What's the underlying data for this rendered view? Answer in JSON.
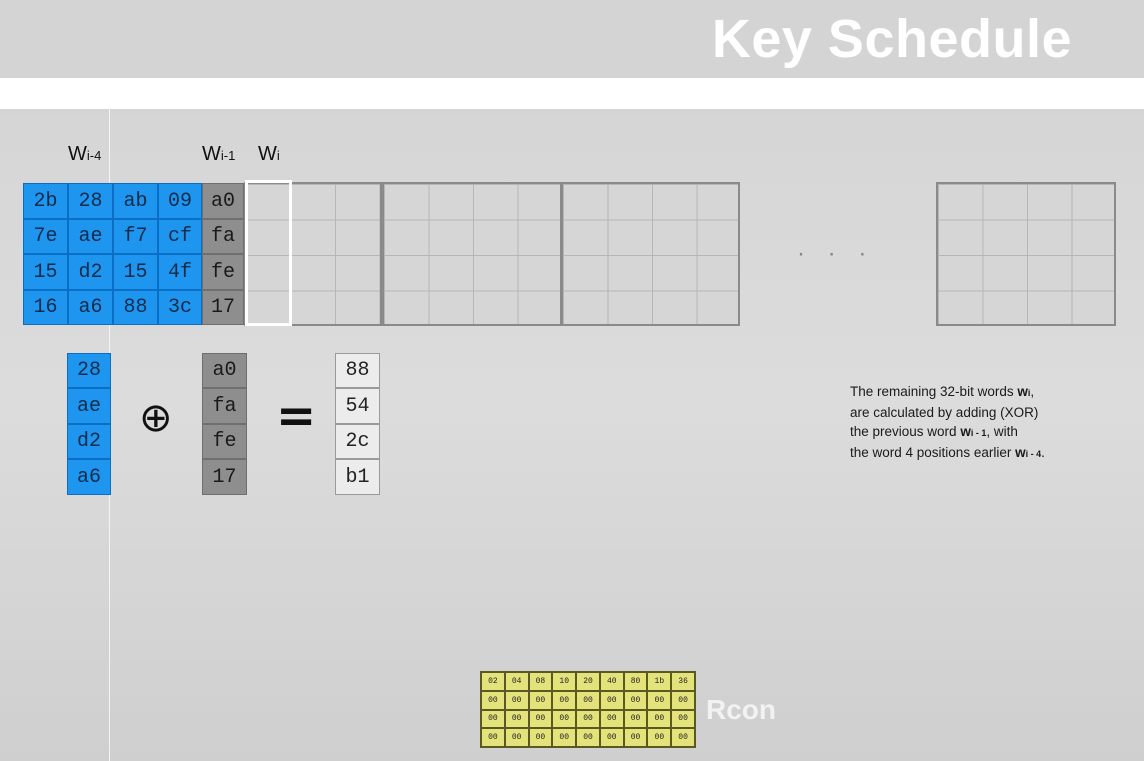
{
  "title": "Key Schedule",
  "labels": {
    "w_i_minus_4": {
      "main": "W",
      "sub": "i-4"
    },
    "w_i_minus_1": {
      "main": "W",
      "sub": "i-1"
    },
    "w_i": {
      "main": "W",
      "sub": "i"
    }
  },
  "key_matrix": [
    [
      "2b",
      "28",
      "ab",
      "09"
    ],
    [
      "7e",
      "ae",
      "f7",
      "cf"
    ],
    [
      "15",
      "d2",
      "15",
      "4f"
    ],
    [
      "16",
      "a6",
      "88",
      "3c"
    ]
  ],
  "w_prev_column": [
    "a0",
    "fa",
    "fe",
    "17"
  ],
  "ellipsis": "· · ·",
  "xor": {
    "left": [
      "28",
      "ae",
      "d2",
      "a6"
    ],
    "right": [
      "a0",
      "fa",
      "fe",
      "17"
    ],
    "result": [
      "88",
      "54",
      "2c",
      "b1"
    ],
    "operator": "⊕",
    "equals": "="
  },
  "explanation": {
    "l1": "The remaining 32-bit words ",
    "l1_bold": "w",
    "l1_sub": "i",
    "l1_end": ",",
    "l2": "are calculated by adding (XOR)",
    "l3": "the previous word ",
    "l3_bold": "w",
    "l3_sub": "i - 1",
    "l3_end": ", with",
    "l4": "the word 4 positions earlier ",
    "l4_bold": "w",
    "l4_sub": "i - 4",
    "l4_end": "."
  },
  "rcon": {
    "label": "Rcon",
    "rows": [
      [
        "02",
        "04",
        "08",
        "10",
        "20",
        "40",
        "80",
        "1b",
        "36"
      ],
      [
        "00",
        "00",
        "00",
        "00",
        "00",
        "00",
        "00",
        "00",
        "00"
      ],
      [
        "00",
        "00",
        "00",
        "00",
        "00",
        "00",
        "00",
        "00",
        "00"
      ],
      [
        "00",
        "00",
        "00",
        "00",
        "00",
        "00",
        "00",
        "00",
        "00"
      ]
    ]
  },
  "colors": {
    "blue": "#1e96f0",
    "gray": "#8e8e8e",
    "rcon_fill": "#e4e27a"
  }
}
